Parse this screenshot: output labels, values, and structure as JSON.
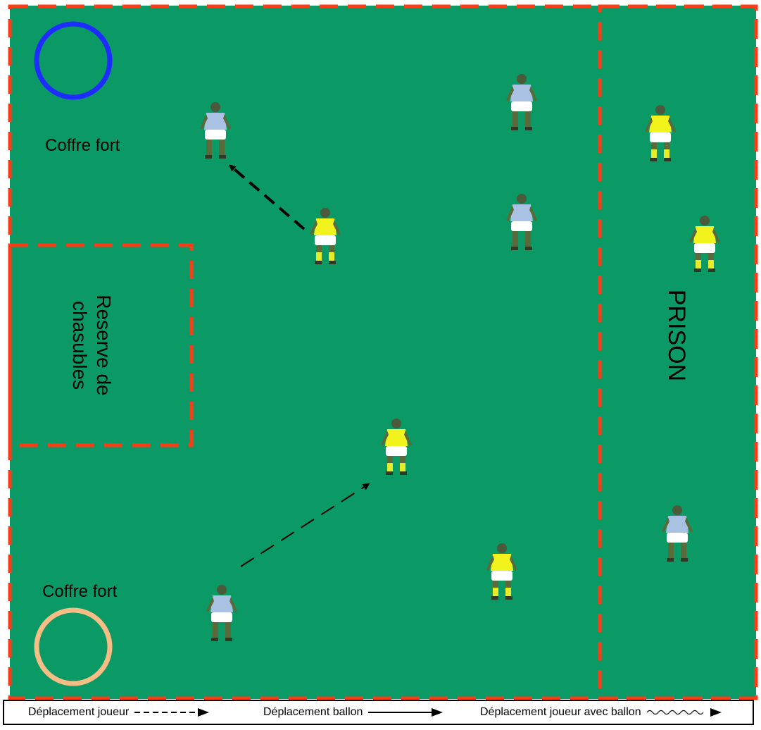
{
  "zones": {
    "top_safe_label": "Coffre fort",
    "bottom_safe_label": "Coffre fort",
    "reserve_label_line1": "Reserve de",
    "reserve_label_line2": "chasubles",
    "prison_label": "PRISON"
  },
  "colors": {
    "field": "#0b9a66",
    "boundary": "#ff3b16",
    "top_safe_ring": "#1e2cff",
    "bottom_safe_ring": "#f7bd84",
    "team_blue_shirt": "#a9c2e4",
    "team_yellow_shirt": "#f2f21c",
    "shorts": "#ffffff",
    "skin": "#4a6a3a"
  },
  "players": [
    {
      "team": "blue",
      "zone": "field"
    },
    {
      "team": "blue",
      "zone": "field"
    },
    {
      "team": "yellow",
      "zone": "field"
    },
    {
      "team": "blue",
      "zone": "field"
    },
    {
      "team": "yellow",
      "zone": "field"
    },
    {
      "team": "yellow",
      "zone": "field"
    },
    {
      "team": "blue",
      "zone": "field"
    },
    {
      "team": "yellow",
      "zone": "prison"
    },
    {
      "team": "yellow",
      "zone": "prison"
    },
    {
      "team": "blue",
      "zone": "prison"
    }
  ],
  "legend": {
    "player_move": "Déplacement joueur",
    "ball_move": "Déplacement ballon",
    "player_with_ball": "Déplacement joueur avec ballon"
  }
}
